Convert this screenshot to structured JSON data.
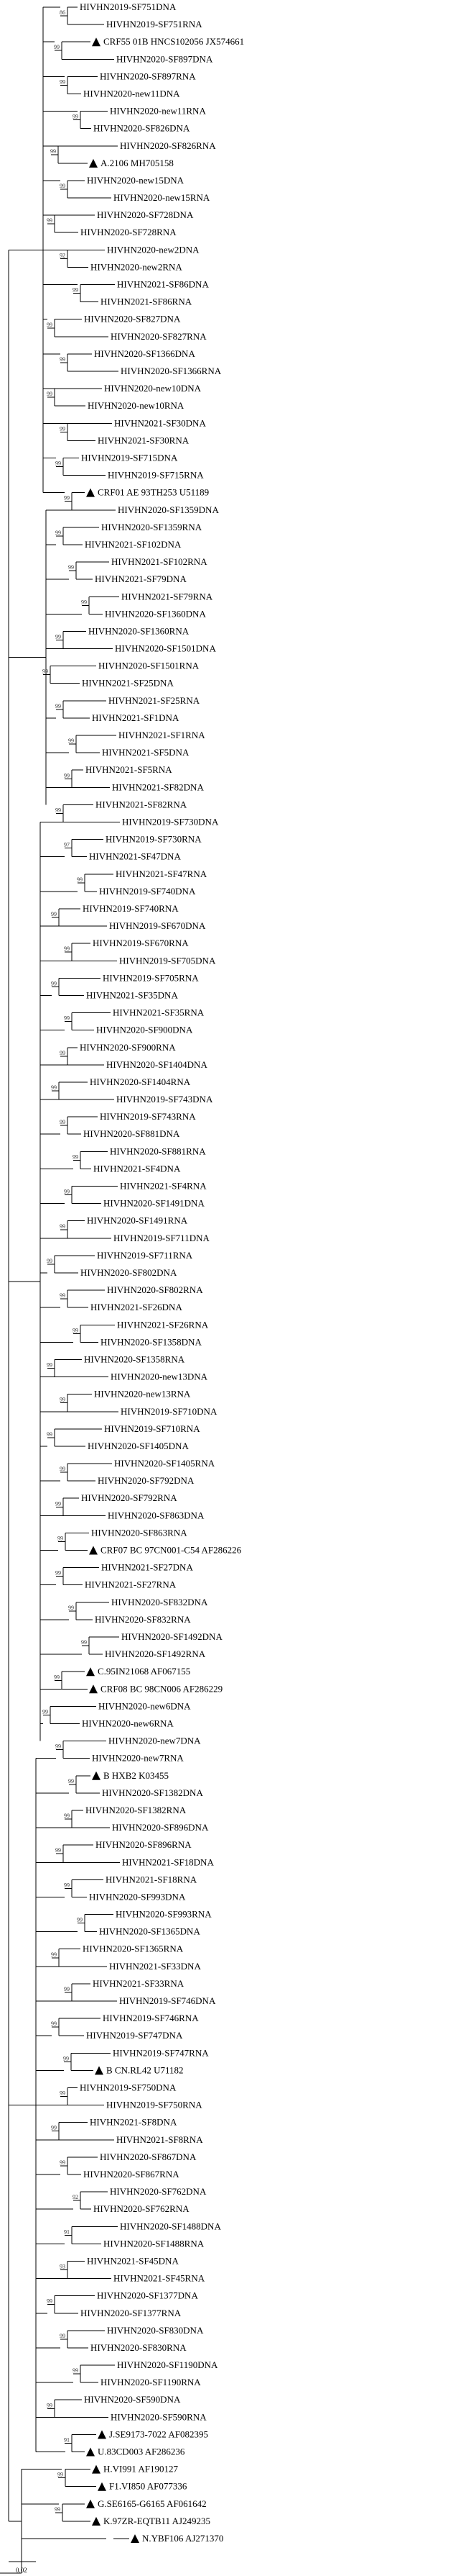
{
  "tree": {
    "tips": [
      "HIVHN2019-SF751DNA",
      "HIVHN2019-SF751RNA",
      "CRF55 01B HNCS102056 JX574661",
      "HIVHN2020-SF897DNA",
      "HIVHN2020-SF897RNA",
      "HIVHN2020-new11DNA",
      "HIVHN2020-new11RNA",
      "HIVHN2020-SF826DNA",
      "HIVHN2020-SF826RNA",
      "A.2106 MH705158",
      "HIVHN2020-new15DNA",
      "HIVHN2020-new15RNA",
      "HIVHN2020-SF728DNA",
      "HIVHN2020-SF728RNA",
      "HIVHN2020-new2DNA",
      "HIVHN2020-new2RNA",
      "HIVHN2021-SF86DNA",
      "HIVHN2021-SF86RNA",
      "HIVHN2020-SF827DNA",
      "HIVHN2020-SF827RNA",
      "HIVHN2020-SF1366DNA",
      "HIVHN2020-SF1366RNA",
      "HIVHN2020-new10DNA",
      "HIVHN2020-new10RNA",
      "HIVHN2021-SF30DNA",
      "HIVHN2021-SF30RNA",
      "HIVHN2019-SF715DNA",
      "HIVHN2019-SF715RNA",
      "CRF01 AE 93TH253 U51189",
      "HIVHN2020-SF1359DNA",
      "HIVHN2020-SF1359RNA",
      "HIVHN2021-SF102DNA",
      "HIVHN2021-SF102RNA",
      "HIVHN2021-SF79DNA",
      "HIVHN2021-SF79RNA",
      "HIVHN2020-SF1360DNA",
      "HIVHN2020-SF1360RNA",
      "HIVHN2020-SF1501DNA",
      "HIVHN2020-SF1501RNA",
      "HIVHN2021-SF25DNA",
      "HIVHN2021-SF25RNA",
      "HIVHN2021-SF1DNA",
      "HIVHN2021-SF1RNA",
      "HIVHN2021-SF5DNA",
      "HIVHN2021-SF5RNA",
      "HIVHN2021-SF82DNA",
      "HIVHN2021-SF82RNA",
      "HIVHN2019-SF730DNA",
      "HIVHN2019-SF730RNA",
      "HIVHN2021-SF47DNA",
      "HIVHN2021-SF47RNA",
      "HIVHN2019-SF740DNA",
      "HIVHN2019-SF740RNA",
      "HIVHN2019-SF670DNA",
      "HIVHN2019-SF670RNA",
      "HIVHN2019-SF705DNA",
      "HIVHN2019-SF705RNA",
      "HIVHN2021-SF35DNA",
      "HIVHN2021-SF35RNA",
      "HIVHN2020-SF900DNA",
      "HIVHN2020-SF900RNA",
      "HIVHN2020-SF1404DNA",
      "HIVHN2020-SF1404RNA",
      "HIVHN2019-SF743DNA",
      "HIVHN2019-SF743RNA",
      "HIVHN2020-SF881DNA",
      "HIVHN2020-SF881RNA",
      "HIVHN2021-SF4DNA",
      "HIVHN2021-SF4RNA",
      "HIVHN2020-SF1491DNA",
      "HIVHN2020-SF1491RNA",
      "HIVHN2019-SF711DNA",
      "HIVHN2019-SF711RNA",
      "HIVHN2020-SF802DNA",
      "HIVHN2020-SF802RNA",
      "HIVHN2021-SF26DNA",
      "HIVHN2021-SF26RNA",
      "HIVHN2020-SF1358DNA",
      "HIVHN2020-SF1358RNA",
      "HIVHN2020-new13DNA",
      "HIVHN2020-new13RNA",
      "HIVHN2019-SF710DNA",
      "HIVHN2019-SF710RNA",
      "HIVHN2020-SF1405DNA",
      "HIVHN2020-SF1405RNA",
      "HIVHN2020-SF792DNA",
      "HIVHN2020-SF792RNA",
      "HIVHN2020-SF863DNA",
      "HIVHN2020-SF863RNA",
      "CRF07 BC 97CN001-C54 AF286226",
      "HIVHN2021-SF27DNA",
      "HIVHN2021-SF27RNA",
      "HIVHN2020-SF832DNA",
      "HIVHN2020-SF832RNA",
      "HIVHN2020-SF1492DNA",
      "HIVHN2020-SF1492RNA",
      "C.95IN21068 AF067155",
      "CRF08 BC 98CN006 AF286229",
      "HIVHN2020-new6DNA",
      "HIVHN2020-new6RNA",
      "HIVHN2020-new7DNA",
      "HIVHN2020-new7RNA",
      "B HXB2 K03455",
      "HIVHN2020-SF1382DNA",
      "HIVHN2020-SF1382RNA",
      "HIVHN2020-SF896DNA",
      "HIVHN2020-SF896RNA",
      "HIVHN2021-SF18DNA",
      "HIVHN2021-SF18RNA",
      "HIVHN2020-SF993DNA",
      "HIVHN2020-SF993RNA",
      "HIVHN2020-SF1365DNA",
      "HIVHN2020-SF1365RNA",
      "HIVHN2021-SF33DNA",
      "HIVHN2021-SF33RNA",
      "HIVHN2019-SF746DNA",
      "HIVHN2019-SF746RNA",
      "HIVHN2019-SF747DNA",
      "HIVHN2019-SF747RNA",
      "B CN.RL42 U71182",
      "HIVHN2019-SF750DNA",
      "HIVHN2019-SF750RNA",
      "HIVHN2021-SF8DNA",
      "HIVHN2021-SF8RNA",
      "HIVHN2020-SF867DNA",
      "HIVHN2020-SF867RNA",
      "HIVHN2020-SF762DNA",
      "HIVHN2020-SF762RNA",
      "HIVHN2020-SF1488DNA",
      "HIVHN2020-SF1488RNA",
      "HIVHN2021-SF45DNA",
      "HIVHN2021-SF45RNA",
      "HIVHN2020-SF1377DNA",
      "HIVHN2020-SF1377RNA",
      "HIVHN2020-SF830DNA",
      "HIVHN2020-SF830RNA",
      "HIVHN2020-SF1190DNA",
      "HIVHN2020-SF1190RNA",
      "HIVHN2020-SF590DNA",
      "HIVHN2020-SF590RNA",
      "J.SE9173-7022 AF082395",
      "U.83CD003 AF286236",
      "H.VI991 AF190127",
      "F1.VI850 AF077336",
      "G.SE6165-G6165 AF061642",
      "K.97ZR-EQTB11 AJ249235",
      "N.YBF106 AJ271370"
    ],
    "references": [
      "CRF55 01B HNCS102056 JX574661",
      "A.2106 MH705158",
      "CRF01 AE 93TH253 U51189",
      "CRF07 BC 97CN001-C54 AF286226",
      "C.95IN21068 AF067155",
      "CRF08 BC 98CN006 AF286229",
      "B HXB2 K03455",
      "B CN.RL42 U71182",
      "J.SE9173-7022 AF082395",
      "U.83CD003 AF286236",
      "H.VI991 AF190127",
      "F1.VI850 AF077336",
      "G.SE6165-G6165 AF061642",
      "K.97ZR-EQTB11 AJ249235",
      "N.YBF106 AJ271370"
    ],
    "bootstrap_labels": [
      "86",
      "99",
      "99",
      "99",
      "99",
      "99",
      "99",
      "92",
      "99",
      "99",
      "99",
      "99",
      "99",
      "99",
      "99",
      "99",
      "99",
      "99",
      "99",
      "99",
      "99",
      "99",
      "99",
      "99",
      "97",
      "99",
      "99",
      "99",
      "99",
      "99",
      "99",
      "99",
      "99",
      "99",
      "99",
      "99",
      "99",
      "99",
      "99",
      "99",
      "99",
      "99",
      "99",
      "99",
      "99",
      "99",
      "99",
      "99",
      "99",
      "99",
      "99",
      "99",
      "99",
      "99",
      "99",
      "99",
      "99",
      "99",
      "99",
      "99",
      "99",
      "99",
      "99",
      "92",
      "91",
      "93",
      "99",
      "99",
      "99",
      "99",
      "91",
      "99",
      "99",
      "99",
      "99",
      "99",
      "99",
      "99",
      "99",
      "99",
      "99",
      "99",
      "99",
      "99",
      "99",
      "99",
      "89",
      "99",
      "99",
      "99",
      "99",
      "99",
      "99",
      "99"
    ],
    "scale_bar_label": "0.02"
  }
}
